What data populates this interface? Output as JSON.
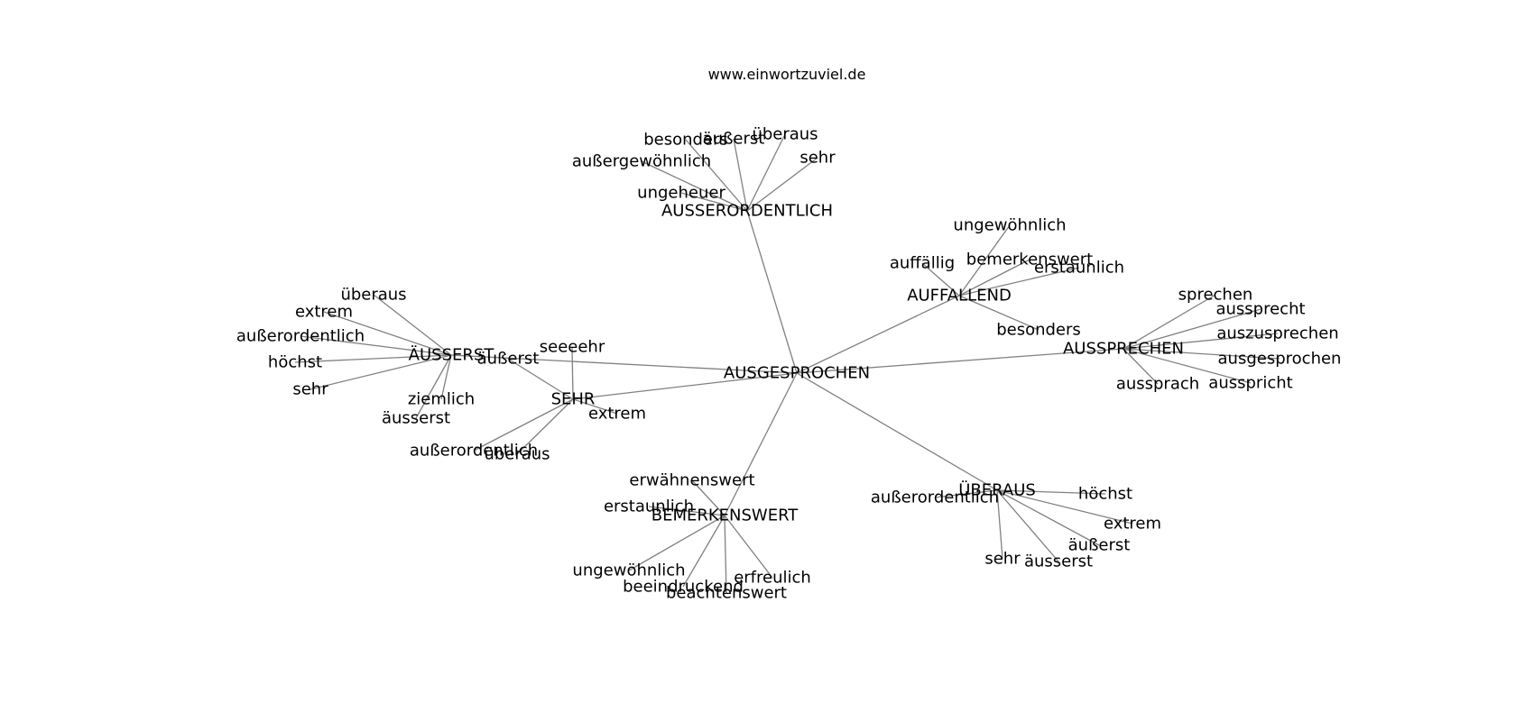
{
  "site_label": "www.einwortzuviel.de",
  "colors": {
    "edge": "#808080",
    "text": "#000000",
    "background": "#ffffff"
  },
  "hubs": [
    {
      "id": "ausgesprochen",
      "label": "AUSGESPROCHEN",
      "children": []
    },
    {
      "id": "ausserordentlich",
      "label": "AUSSERORDENTLICH",
      "children": [
        "besonders",
        "äußerst",
        "überaus",
        "außergewöhnlich",
        "sehr",
        "ungeheuer"
      ]
    },
    {
      "id": "auffallend",
      "label": "AUFFALLEND",
      "children": [
        "ungewöhnlich",
        "auffällig",
        "bemerkenswert",
        "erstaunlich",
        "besonders"
      ]
    },
    {
      "id": "aussprechen",
      "label": "AUSSPRECHEN",
      "children": [
        "sprechen",
        "aussprecht",
        "auszusprechen",
        "ausgesprochen",
        "aussprach",
        "ausspricht"
      ]
    },
    {
      "id": "aeusserst",
      "label": "ÄUSSERST",
      "children": [
        "überaus",
        "extrem",
        "außerordentlich",
        "höchst",
        "sehr",
        "ziemlich",
        "äusserst"
      ]
    },
    {
      "id": "sehr",
      "label": "SEHR",
      "children": [
        "seeeehr",
        "äußerst",
        "extrem",
        "außerordentlich",
        "überaus"
      ]
    },
    {
      "id": "bemerkenswert",
      "label": "BEMERKENSWERT",
      "children": [
        "erwähnenswert",
        "erstaunlich",
        "ungewöhnlich",
        "beeindruckend",
        "beachtenswert",
        "erfreulich"
      ]
    },
    {
      "id": "ueberaus",
      "label": "ÜBERAUS",
      "children": [
        "außerordentlich",
        "höchst",
        "extrem",
        "äußerst",
        "sehr",
        "äusserst"
      ]
    }
  ]
}
